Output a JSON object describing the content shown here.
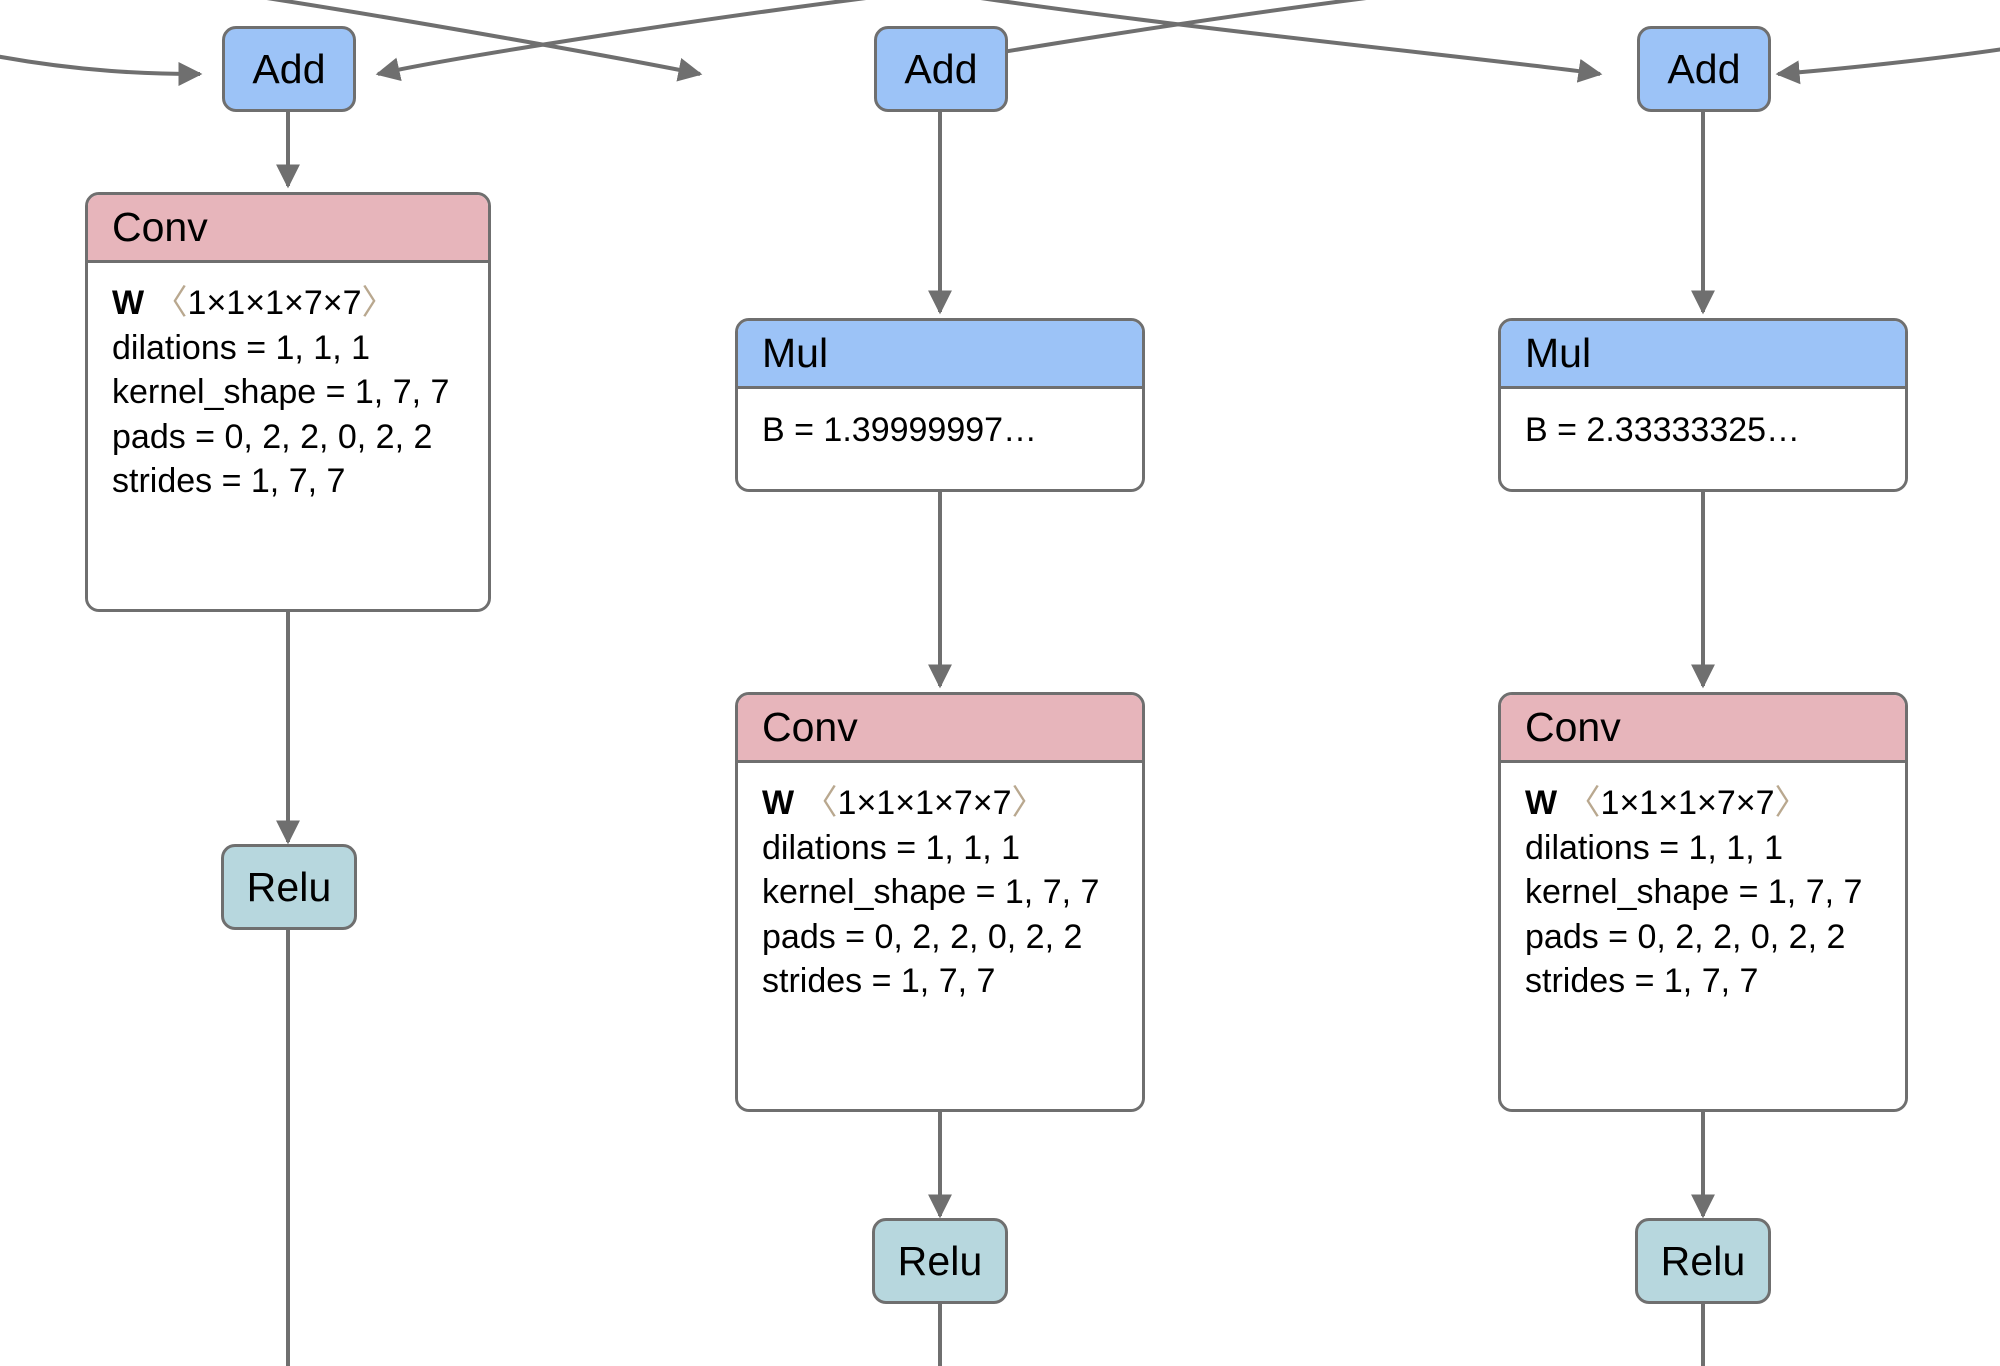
{
  "diagram": {
    "kind": "onnx-computation-graph",
    "background_color": "#ffffff",
    "edge_color": "#6f6f6f",
    "node_border_color": "#6f6f6f",
    "colors": {
      "add_fill": "#9cc3f7",
      "mul_fill": "#9cc3f7",
      "conv_header_fill": "#e7b5bb",
      "relu_fill": "#b7d7de",
      "body_fill": "#ffffff",
      "text": "#000000",
      "bracket": "#b9a88f"
    }
  },
  "nodes": {
    "add_left": {
      "op": "Add"
    },
    "add_center": {
      "op": "Add"
    },
    "add_right": {
      "op": "Add"
    },
    "mul_center": {
      "op": "Mul",
      "attrs": [
        "B = 1.39999997…"
      ]
    },
    "mul_right": {
      "op": "Mul",
      "attrs": [
        "B = 2.33333325…"
      ]
    },
    "conv_left": {
      "op": "Conv",
      "weight_name": "W",
      "weight_open": "〈",
      "weight_dims": "1×1×1×7×7",
      "weight_close": "〉",
      "attrs": [
        "dilations = 1, 1, 1",
        "kernel_shape = 1, 7, 7",
        "pads = 0, 2, 2, 0, 2, 2",
        "strides = 1, 7, 7"
      ]
    },
    "conv_center": {
      "op": "Conv",
      "weight_name": "W",
      "weight_open": "〈",
      "weight_dims": "1×1×1×7×7",
      "weight_close": "〉",
      "attrs": [
        "dilations = 1, 1, 1",
        "kernel_shape = 1, 7, 7",
        "pads = 0, 2, 2, 0, 2, 2",
        "strides = 1, 7, 7"
      ]
    },
    "conv_right": {
      "op": "Conv",
      "weight_name": "W",
      "weight_open": "〈",
      "weight_dims": "1×1×1×7×7",
      "weight_close": "〉",
      "attrs": [
        "dilations = 1, 1, 1",
        "kernel_shape = 1, 7, 7",
        "pads = 0, 2, 2, 0, 2, 2",
        "strides = 1, 7, 7"
      ]
    },
    "relu_left": {
      "op": "Relu"
    },
    "relu_center": {
      "op": "Relu"
    },
    "relu_right": {
      "op": "Relu"
    }
  }
}
